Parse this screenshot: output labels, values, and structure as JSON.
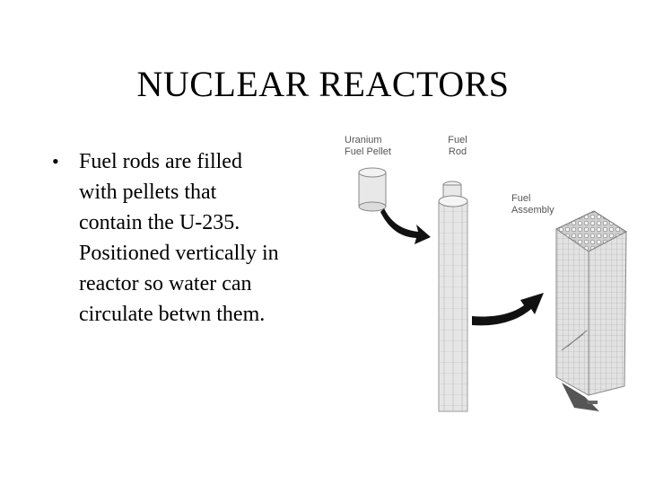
{
  "slide": {
    "title": "NUCLEAR REACTORS",
    "bullets": [
      {
        "marker": "•",
        "lines": [
          "Fuel rods are filled",
          "with pellets that",
          "contain the U-235.",
          "Positioned vertically in",
          "reactor so water can",
          "circulate betwn them."
        ]
      }
    ]
  },
  "figure": {
    "labels": {
      "pellet": "Uranium\nFuel Pellet",
      "rod": "Fuel\nRod",
      "assembly": "Fuel\nAssembly"
    }
  }
}
